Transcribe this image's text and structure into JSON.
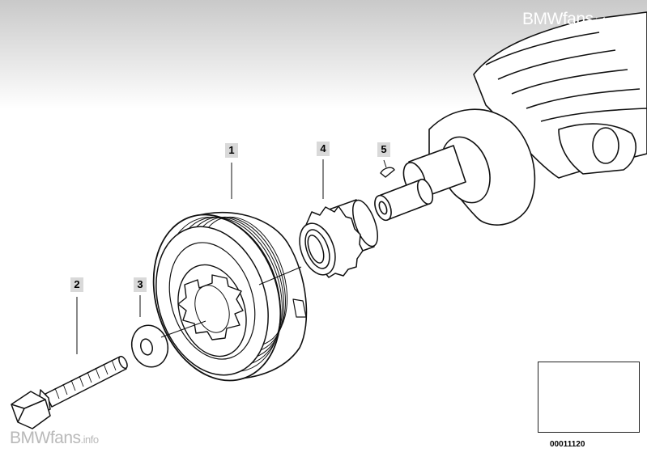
{
  "watermark": {
    "brand": "BMWfans",
    "suffix": ".info"
  },
  "diagram_code": "00011120",
  "callouts": [
    {
      "id": "callout-1",
      "label": "1"
    },
    {
      "id": "callout-2",
      "label": "2"
    },
    {
      "id": "callout-3",
      "label": "3"
    },
    {
      "id": "callout-4",
      "label": "4"
    },
    {
      "id": "callout-5",
      "label": "5"
    }
  ]
}
